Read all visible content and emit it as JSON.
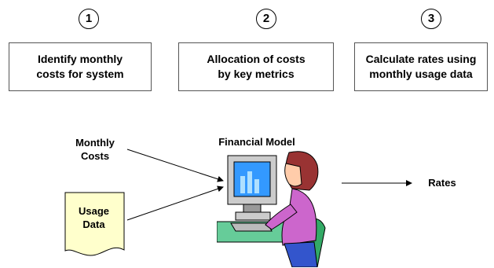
{
  "steps": [
    {
      "number": "1",
      "text": "Identify monthly\ncosts for system"
    },
    {
      "number": "2",
      "text": "Allocation of costs\nby key metrics"
    },
    {
      "number": "3",
      "text": "Calculate rates using\nmonthly usage data"
    }
  ],
  "inputs": {
    "monthly_costs": "Monthly\nCosts",
    "usage_data": "Usage\nData"
  },
  "model": {
    "title": "Financial Model"
  },
  "output": {
    "label": "Rates"
  },
  "colors": {
    "document_fill": "#ffffcc",
    "screen_blue": "#3399ff",
    "shirt_purple": "#cc66cc",
    "hair_red": "#993333",
    "chair_green": "#33aa66"
  }
}
